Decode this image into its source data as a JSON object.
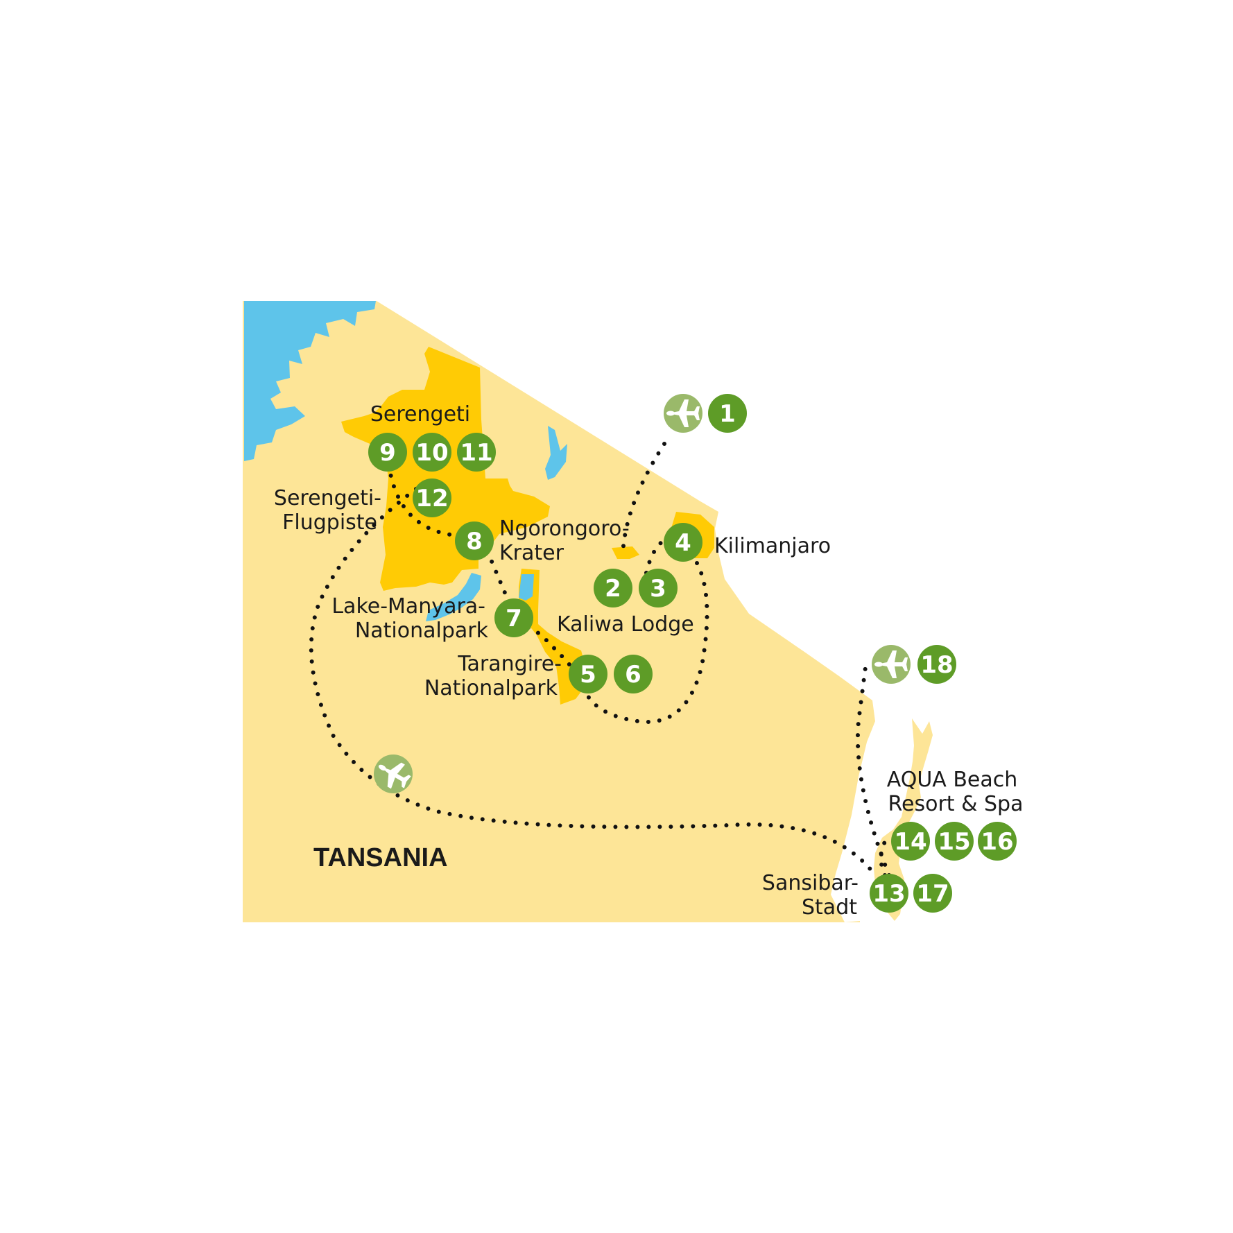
{
  "colors": {
    "land": "#fde597",
    "park": "#ffcb05",
    "water": "#5ec4ea",
    "marker": "#5e9c27",
    "plane_marker": "#9ab96a",
    "route": "#111111"
  },
  "country_label": "TANSANIA",
  "places": {
    "serengeti": "Serengeti",
    "serengeti_airstrip": [
      "Serengeti-",
      "Flugpiste"
    ],
    "ngorongoro": [
      "Ngorongoro-",
      "Krater"
    ],
    "kilimanjaro": "Kilimanjaro",
    "lake_manyara": [
      "Lake-Manyara-",
      "Nationalpark"
    ],
    "kaliwa_lodge": "Kaliwa Lodge",
    "tarangire": [
      "Tarangire-",
      "Nationalpark"
    ],
    "aqua_beach": [
      "AQUA Beach",
      "Resort & Spa"
    ],
    "zanzibar_town": [
      "Sansibar-",
      "Stadt"
    ]
  },
  "stops": [
    "1",
    "2",
    "3",
    "4",
    "5",
    "6",
    "7",
    "8",
    "9",
    "10",
    "11",
    "12",
    "13",
    "14",
    "15",
    "16",
    "17",
    "18"
  ],
  "plane_icons": [
    "airplane-icon",
    "airplane-icon",
    "airplane-icon"
  ]
}
